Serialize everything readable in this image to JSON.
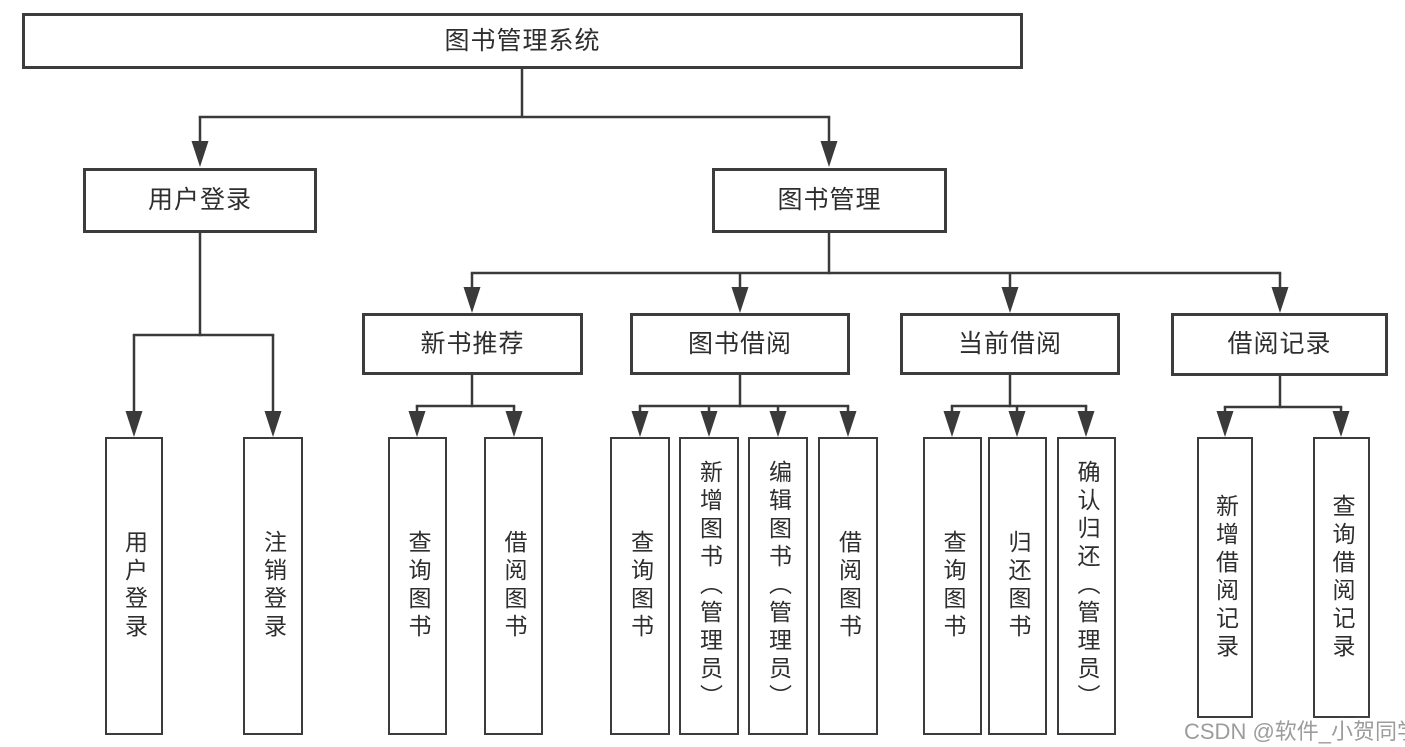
{
  "colors": {
    "line": "#3a3a3a",
    "box_border": "#3c3c3c",
    "text": "#2e2e2e",
    "watermark": "#9c9c9c",
    "background": "#ffffff"
  },
  "watermark": "CSDN @软件_小贺同学",
  "nodes": {
    "root": "图书管理系统",
    "user_login": "用户登录",
    "book_management": "图书管理",
    "new_book_recommend": "新书推荐",
    "book_borrow": "图书借阅",
    "current_borrow": "当前借阅",
    "borrow_records": "借阅记录",
    "leaf_user_login": "用户登录",
    "leaf_logout": "注销登录",
    "leaf_nbr_query_books": "查询图书",
    "leaf_nbr_borrow_books": "借阅图书",
    "leaf_bb_query_books": "查询图书",
    "leaf_bb_add_books": "新增图书（管理员）",
    "leaf_bb_edit_books": "编辑图书（管理员）",
    "leaf_bb_borrow_books": "借阅图书",
    "leaf_cb_query_books": "查询图书",
    "leaf_cb_return_books": "归还图书",
    "leaf_cb_confirm_return": "确认归还（管理员）",
    "leaf_br_add_record": "新增借阅记录",
    "leaf_br_query_record": "查询借阅记录"
  }
}
